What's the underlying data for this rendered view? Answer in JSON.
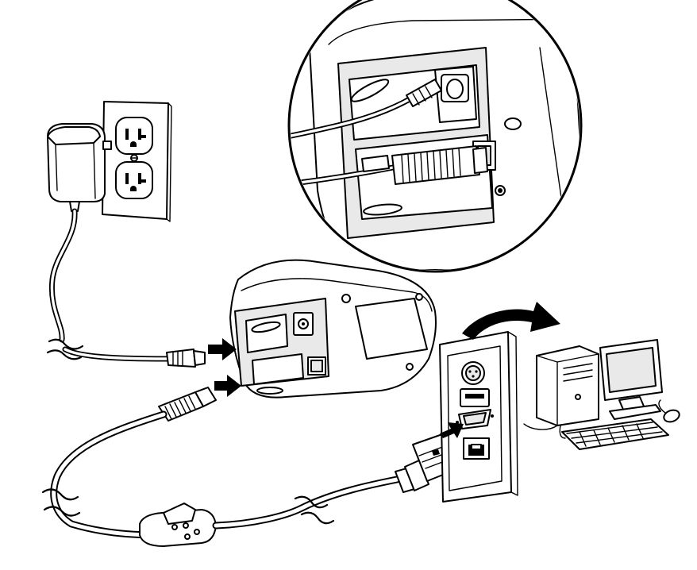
{
  "figure": {
    "components": [
      "power-adapter",
      "wall-outlet",
      "scanner-base",
      "interface-cable",
      "computer-port-panel",
      "computer"
    ],
    "callout": "scanner-base-connector-closeup",
    "icons": [
      "connect-arrow-icon",
      "direction-curve-arrow-icon"
    ],
    "colors": {
      "line": "#000000",
      "fill": "#ffffff",
      "shade": "#e9e9e9"
    }
  }
}
